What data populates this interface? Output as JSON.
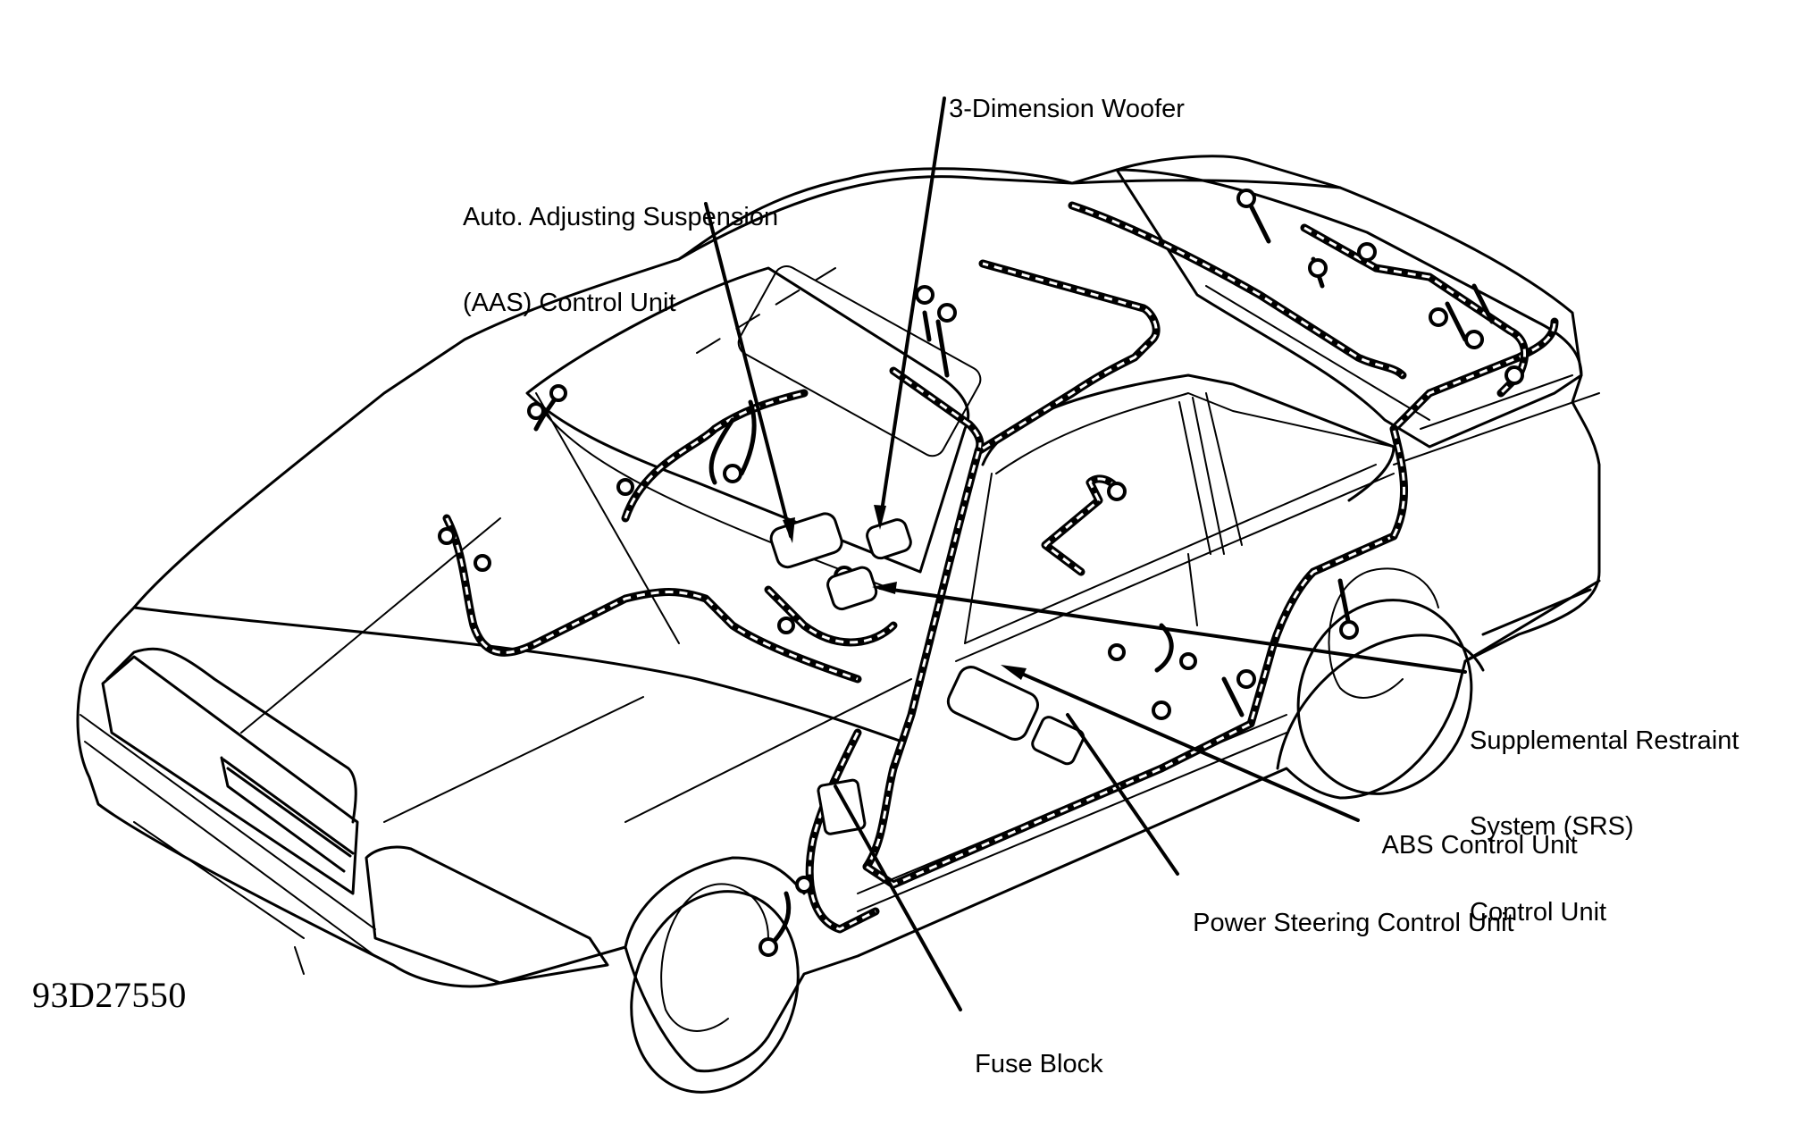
{
  "figure": {
    "id": "93D27550",
    "subject": "Vehicle electrical component locations (wiring harness)",
    "style": {
      "line_color": "#000000",
      "background": "#ffffff"
    }
  },
  "callouts": [
    {
      "key": "woofer",
      "label": "3-Dimension Woofer",
      "lines": [
        "3-Dimension Woofer"
      ]
    },
    {
      "key": "aas",
      "label": "Auto. Adjusting Suspension (AAS) Control Unit",
      "lines": [
        "Auto. Adjusting Suspension",
        "(AAS) Control Unit"
      ]
    },
    {
      "key": "srs",
      "label": "Supplemental Restraint System (SRS) Control Unit",
      "lines": [
        "Supplemental Restraint",
        "System (SRS)",
        "Control Unit"
      ]
    },
    {
      "key": "abs",
      "label": "ABS Control Unit",
      "lines": [
        "ABS Control Unit"
      ]
    },
    {
      "key": "power_steering",
      "label": "Power Steering Control Unit",
      "lines": [
        "Power Steering Control Unit"
      ]
    },
    {
      "key": "fuse_block",
      "label": "Fuse Block",
      "lines": [
        "Fuse Block"
      ]
    }
  ]
}
